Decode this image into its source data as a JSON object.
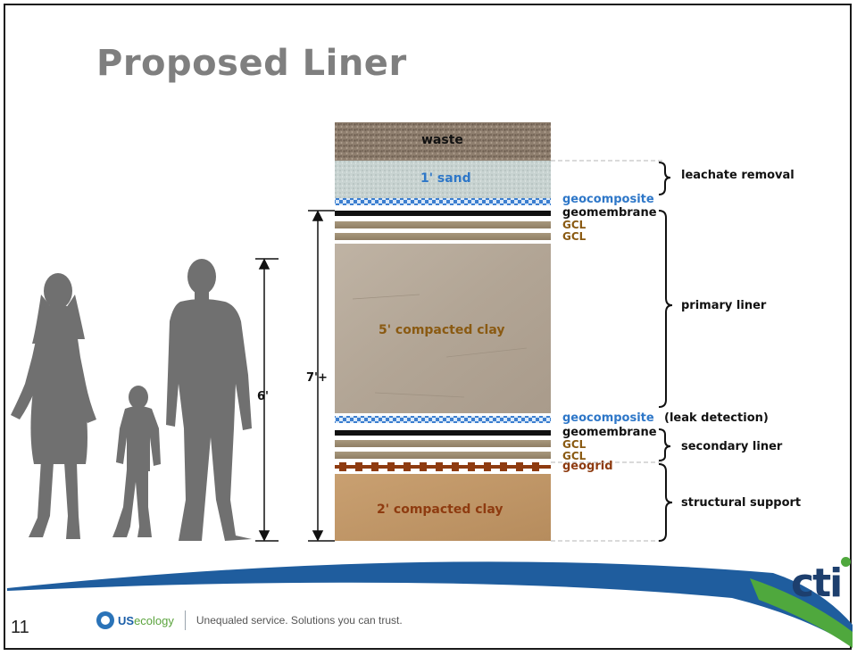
{
  "slide": {
    "title": "Proposed Liner",
    "page_number": "11"
  },
  "layers": {
    "waste": "waste",
    "sand": "1' sand",
    "primary_clay": "5' compacted clay",
    "support_clay": "2' compacted clay"
  },
  "component_labels": {
    "geocomposite_top": "geocomposite",
    "geomembrane_top": "geomembrane",
    "gcl_1": "GCL",
    "gcl_2": "GCL",
    "geocomposite_leak": "geocomposite",
    "leak_detection": "(leak detection)",
    "geomembrane_bottom": "geomembrane",
    "gcl_3": "GCL",
    "gcl_4": "GCL",
    "geogrid": "geogrid"
  },
  "zones": {
    "leachate_removal": "leachate removal",
    "primary_liner": "primary liner",
    "secondary_liner": "secondary liner",
    "structural_support": "structural support"
  },
  "dimensions": {
    "human_height": "6'",
    "liner_depth": "7'+"
  },
  "footer": {
    "logo_us": "US",
    "logo_ecology": "ecology",
    "tagline": "Unequaled service. Solutions you can trust.",
    "brand_logo": "cti"
  },
  "colors": {
    "title": "#7f7f7f",
    "sand_label": "#2e77c8",
    "gcl_label": "#8a5a12",
    "clay_label": "#8a5a12",
    "support_clay_label": "#8e3b10",
    "geogrid": "#8e3b10",
    "geocomposite": "#3c7fd0",
    "silhouette": "#707070",
    "brand_navy": "#1d3f6e",
    "brand_green": "#4fa83d",
    "swoosh_blue": "#1f5d9e"
  }
}
